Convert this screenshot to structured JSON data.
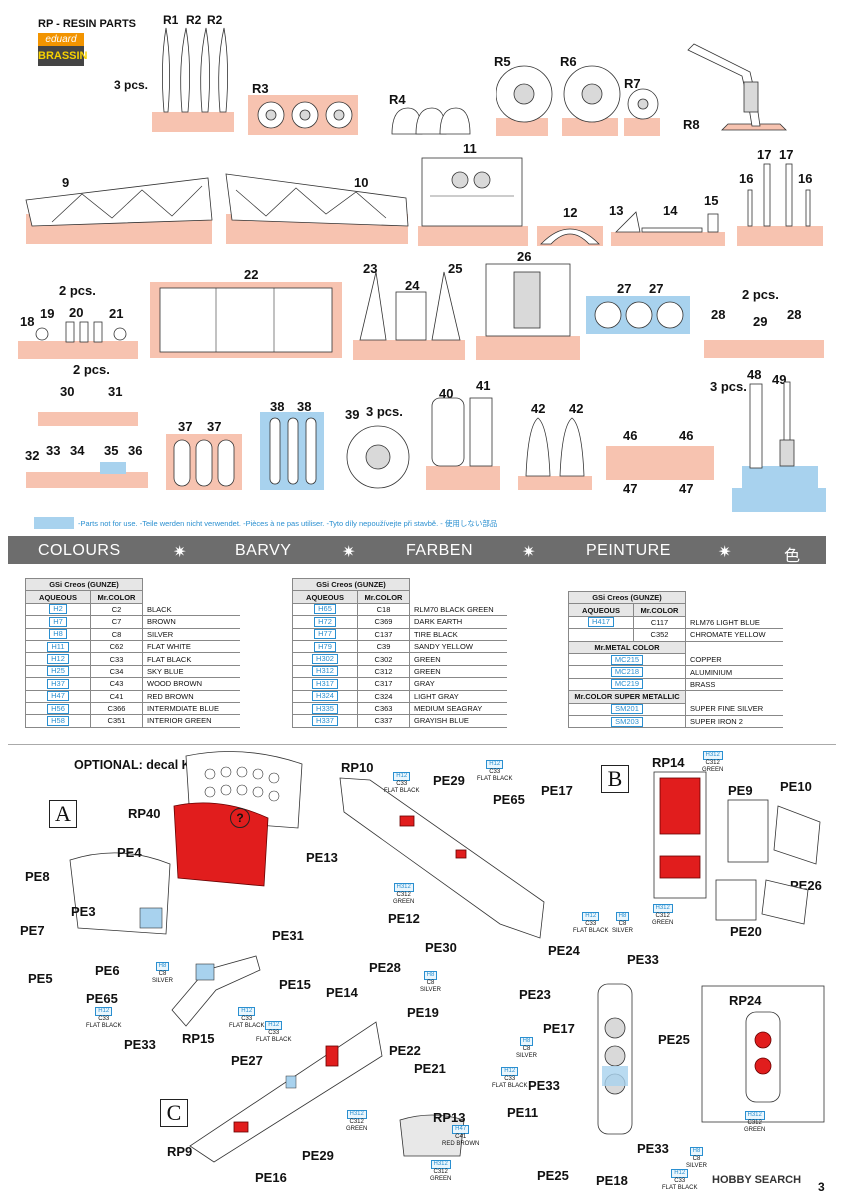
{
  "header": {
    "title": "RP - RESIN PARTS",
    "brand_top": "eduard",
    "brand_bottom": "BRASSIN"
  },
  "resin_labels": {
    "r1": "R1",
    "r2a": "R2",
    "r2b": "R2",
    "r3": "R3",
    "r4": "R4",
    "r5": "R5",
    "r6": "R6",
    "r7": "R7",
    "r8": "R8",
    "n9": "9",
    "n10": "10",
    "n11": "11",
    "n12": "12",
    "n13": "13",
    "n14": "14",
    "n15": "15",
    "n16a": "16",
    "n16b": "16",
    "n17a": "17",
    "n17b": "17",
    "n18": "18",
    "n19": "19",
    "n20": "20",
    "n21": "21",
    "n22": "22",
    "n23": "23",
    "n24": "24",
    "n25": "25",
    "n26": "26",
    "n27a": "27",
    "n27b": "27",
    "n28a": "28",
    "n28b": "28",
    "n29": "29",
    "n30": "30",
    "n31": "31",
    "n32": "32",
    "n33": "33",
    "n34": "34",
    "n35": "35",
    "n36": "36",
    "n37a": "37",
    "n37b": "37",
    "n38a": "38",
    "n38b": "38",
    "n39": "39",
    "n40": "40",
    "n41": "41",
    "n42a": "42",
    "n42b": "42",
    "n46a": "46",
    "n46b": "46",
    "n47a": "47",
    "n47b": "47",
    "n48": "48",
    "n49": "49",
    "pcs3a": "3 pcs.",
    "pcs2a": "2 pcs.",
    "pcs2b": "2 pcs.",
    "pcs2c": "2 pcs.",
    "pcs3b": "3 pcs.",
    "pcs3c": "3 pcs."
  },
  "legend_note": "-Parts not for use. -Teile werden nicht verwendet. -Pièces à ne pas utiliser. -Tyto díly nepoužívejte při stavbě. -   使用しない部品",
  "colours_band": [
    "COLOURS",
    "✷",
    "BARVY",
    "✷",
    "FARBEN",
    "✷",
    "PEINTURE",
    "✷",
    "色"
  ],
  "table1": {
    "brand": "GSi Creos (GUNZE)",
    "h1": "AQUEOUS",
    "h2": "Mr.COLOR",
    "rows": [
      [
        "H2",
        "C2",
        "BLACK"
      ],
      [
        "H7",
        "C7",
        "BROWN"
      ],
      [
        "H8",
        "C8",
        "SILVER"
      ],
      [
        "H11",
        "C62",
        "FLAT WHITE"
      ],
      [
        "H12",
        "C33",
        "FLAT BLACK"
      ],
      [
        "H25",
        "C34",
        "SKY BLUE"
      ],
      [
        "H37",
        "C43",
        "WOOD BROWN"
      ],
      [
        "H47",
        "C41",
        "RED BROWN"
      ],
      [
        "H56",
        "C366",
        "INTERMDIATE BLUE"
      ],
      [
        "H58",
        "C351",
        "INTERIOR GREEN"
      ]
    ]
  },
  "table2": {
    "brand": "GSi Creos (GUNZE)",
    "h1": "AQUEOUS",
    "h2": "Mr.COLOR",
    "rows": [
      [
        "H65",
        "C18",
        "RLM70 BLACK GREEN"
      ],
      [
        "H72",
        "C369",
        "DARK EARTH"
      ],
      [
        "H77",
        "C137",
        "TIRE BLACK"
      ],
      [
        "H79",
        "C39",
        "SANDY YELLOW"
      ],
      [
        "H302",
        "C302",
        "GREEN"
      ],
      [
        "H312",
        "C312",
        "GREEN"
      ],
      [
        "H317",
        "C317",
        "GRAY"
      ],
      [
        "H324",
        "C324",
        "LIGHT GRAY"
      ],
      [
        "H335",
        "C363",
        "MEDIUM SEAGRAY"
      ],
      [
        "H337",
        "C337",
        "GRAYISH BLUE"
      ]
    ]
  },
  "table3": {
    "brand": "GSi Creos (GUNZE)",
    "h1": "AQUEOUS",
    "h2": "Mr.COLOR",
    "rows": [
      [
        "H417",
        "C117",
        "RLM76 LIGHT BLUE"
      ],
      [
        "",
        "C352",
        "CHROMATE YELLOW"
      ]
    ],
    "metal_title": "Mr.METAL COLOR",
    "metal": [
      [
        "MC215",
        "COPPER"
      ],
      [
        "MC218",
        "ALUMINIUM"
      ],
      [
        "MC219",
        "BRASS"
      ]
    ],
    "super_title": "Mr.COLOR SUPER METALLIC",
    "super": [
      [
        "SM201",
        "SUPER FINE SILVER"
      ],
      [
        "SM203",
        "SUPER IRON 2"
      ]
    ]
  },
  "assembly": {
    "optional": "OPTIONAL: decal K1",
    "boxA": "A",
    "boxB": "B",
    "boxC": "C",
    "rp40": "RP40",
    "rp10": "RP10",
    "rp14": "RP14",
    "rp15": "RP15",
    "rp9": "RP9",
    "rp13": "RP13",
    "rp24": "RP24",
    "pe4": "PE4",
    "pe8": "PE8",
    "pe3": "PE3",
    "pe7": "PE7",
    "pe5": "PE5",
    "pe6": "PE6",
    "pe65a": "PE65",
    "pe33a": "PE33",
    "pe31": "PE31",
    "pe13": "PE13",
    "pe29a": "PE29",
    "pe65b": "PE65",
    "pe17a": "PE17",
    "pe12": "PE12",
    "pe30": "PE30",
    "pe9": "PE9",
    "pe10": "PE10",
    "pe26": "PE26",
    "pe20": "PE20",
    "pe24": "PE24",
    "pe33b": "PE33",
    "pe23": "PE23",
    "pe17b": "PE17",
    "pe25a": "PE25",
    "pe33c": "PE33",
    "pe11": "PE11",
    "pe25b": "PE25",
    "pe18": "PE18",
    "pe33d": "PE33",
    "pe15": "PE15",
    "pe14": "PE14",
    "pe28": "PE28",
    "pe19": "PE19",
    "pe27": "PE27",
    "pe22": "PE22",
    "pe21": "PE21",
    "pe29b": "PE29",
    "pe16": "PE16",
    "question": "?"
  },
  "paint_tags": {
    "h12": "H12",
    "c33": "C33",
    "flat_black": "FLAT BLACK",
    "h312": "H312",
    "c312": "C312",
    "green": "GREEN",
    "h8": "H8",
    "c8": "C8",
    "silver": "SILVER",
    "h47": "H47",
    "c41": "C41",
    "red_brown": "RED BROWN"
  },
  "footer": {
    "watermark": "HOBBY SEARCH",
    "page_number": "3"
  },
  "colors": {
    "pad": "#f7c3b0",
    "not_for_use": "#a8d2ee",
    "band": "#6d6d6d",
    "paint_red": "#e11d1d",
    "aqueous_blue": "#2a8fd0"
  }
}
